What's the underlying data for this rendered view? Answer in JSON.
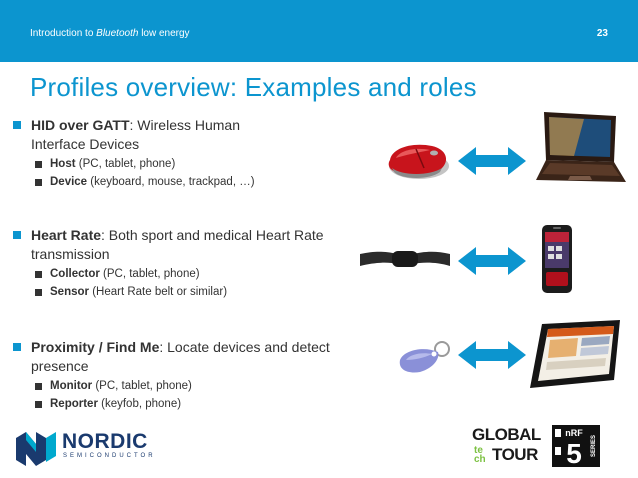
{
  "header": {
    "subtitle_pre": "Introduction to ",
    "subtitle_em": "Bluetooth",
    "subtitle_post": " low energy",
    "page_number": "23"
  },
  "title": "Profiles overview: Examples and roles",
  "sections": [
    {
      "name": "HID over GATT",
      "desc": ": Wireless Human Interface Devices",
      "roles": [
        {
          "name": "Host",
          "desc": " (PC, tablet, phone)"
        },
        {
          "name": "Device",
          "desc": " (keyboard,  mouse, trackpad, …)"
        }
      ]
    },
    {
      "name": "Heart Rate",
      "desc": ": Both sport and medical Heart Rate transmission",
      "roles": [
        {
          "name": "Collector",
          "desc": " (PC, tablet, phone)"
        },
        {
          "name": "Sensor",
          "desc": " (Heart Rate belt or similar)"
        }
      ]
    },
    {
      "name": "Proximity / Find Me",
      "desc": ": Locate devices and detect presence",
      "roles": [
        {
          "name": "Monitor",
          "desc": " (PC, tablet, phone)"
        },
        {
          "name": "Reporter",
          "desc": " (keyfob, phone)"
        }
      ]
    }
  ],
  "logos": {
    "nordic_name": "NORDIC",
    "nordic_sub": "SEMICONDUCTOR",
    "tour_global": "GLOBAL",
    "tour_tech_1": "te",
    "tour_tech_2": "ch",
    "tour_tour": "TOUR",
    "tour_nrf": "nRF",
    "tour_five": "5",
    "tour_series": "SERIES"
  },
  "colors": {
    "accent": "#0c95cf",
    "text": "#333333",
    "nordic_navy": "#1a3a6e",
    "tour_green": "#7cc142"
  }
}
